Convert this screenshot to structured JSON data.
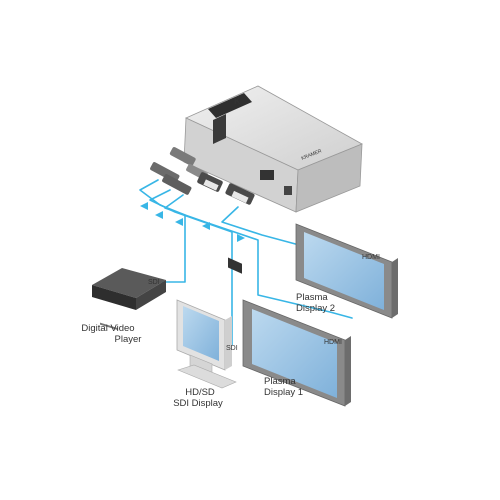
{
  "device": {
    "brand_mark": "K",
    "model_badge": "KRAMER"
  },
  "labels": {
    "sdi_player": "SDI",
    "sdi_display": "SDI",
    "hdmi_display_2": "HDMI",
    "hdmi_display_1": "HDMI",
    "player_line1": "Digital Video",
    "player_line2": "Player",
    "sdi_display_line1": "HD/SD",
    "sdi_display_line2": "SDI Display",
    "plasma2_line1": "Plasma",
    "plasma2_line2": "Display 2",
    "plasma1_line1": "Plasma",
    "plasma1_line2": "Display 1"
  },
  "colors": {
    "cable": "#38b6e6",
    "device_body": "#d9d9d9",
    "screen": "#9ec6e6",
    "bezel": "#8a8a8a"
  },
  "icons": [
    "converter-device-icon",
    "video-player-icon",
    "monitor-icon",
    "plasma-display-icon",
    "bnc-connector-icon",
    "hdmi-connector-icon"
  ]
}
